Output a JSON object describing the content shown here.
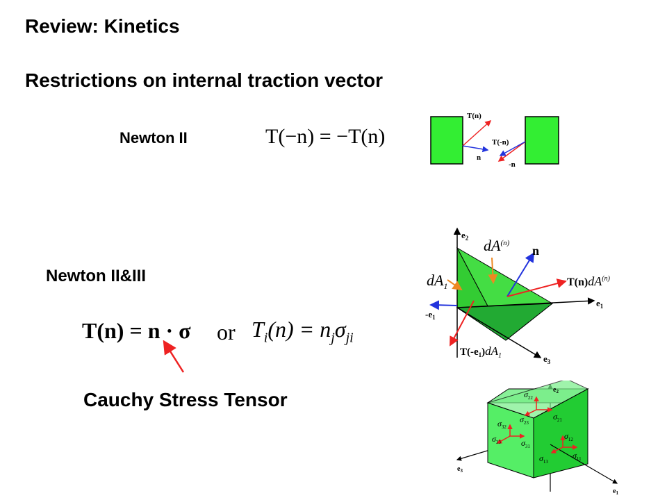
{
  "slide": {
    "title": "Review: Kinetics",
    "subtitle": "Restrictions on internal traction vector",
    "newton2_label": "Newton II",
    "newton23_label": "Newton II&III",
    "cauchy_label": "Cauchy Stress Tensor",
    "or_text": "or"
  },
  "equations": {
    "eq1_lhs": "T(−n)",
    "eq1_rhs": "= −T(n)",
    "eq2_lhs": "T(n)",
    "eq2_rhs": "= n · σ",
    "eq3_T": "T",
    "eq3_i": "i",
    "eq3_mid": "(n) = n",
    "eq3_j": "j",
    "eq3_sigma": "σ",
    "eq3_ji": "ji"
  },
  "fig1": {
    "T_n": "T(n)",
    "T_neg_n": "T(-n)",
    "n": "n",
    "neg_n": "-n"
  },
  "fig2": {
    "e2": "e",
    "e2_sub": "2",
    "e1": "e",
    "e1_sub": "1",
    "e3": "e",
    "e3_sub": "3",
    "neg_e1": "-e",
    "neg_e1_sub": "1",
    "dAn": "dA",
    "dAn_sup": "(n)",
    "n": "n",
    "dA1": "dA",
    "dA1_sub": "1",
    "Tn_dAn_T": "T(n)",
    "Tn_dAn_dA": "dA",
    "Tn_dAn_sup": "(n)",
    "Tneg_T": "T(-e",
    "Tneg_sub": "1",
    "Tneg_close": ")",
    "Tneg_dA": "dA",
    "Tneg_dA_sub": "1"
  },
  "fig3": {
    "e2": "e",
    "e2_sub": "2",
    "e1": "e",
    "e1_sub": "1",
    "e3": "e",
    "e3_sub": "3",
    "sigma": "σ",
    "s22": "22",
    "s23": "23",
    "s21": "21",
    "s32": "32",
    "s33": "33",
    "s31": "31",
    "s12": "12",
    "s11": "11",
    "s13": "13"
  },
  "colors": {
    "green_block": "#33ee33",
    "green_light": "#55ee66",
    "green_dark": "#22bb33",
    "arrow_red": "#ee2222",
    "arrow_blue": "#2233dd",
    "arrow_orange": "#ee8822"
  }
}
